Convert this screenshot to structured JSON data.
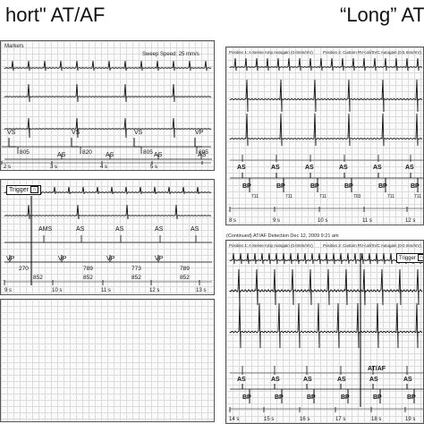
{
  "headers": {
    "left": "hort\" AT/AF",
    "right": "“Long” AT"
  },
  "left_top": {
    "title": "Markers",
    "sweep": "Sweep Speed: 25 mm/s",
    "markers_row1": [
      "AS",
      "AS",
      "AS",
      "AS"
    ],
    "markers_row2": [
      "VS",
      "VS",
      "VS",
      "VP"
    ],
    "intervals": [
      "805",
      "820",
      "805",
      "695"
    ],
    "times": [
      "2 s",
      "3 s",
      "4 s",
      "5 s"
    ]
  },
  "left_mid": {
    "trigger": "Trigger",
    "ams": [
      "AMS",
      "AS",
      "AS",
      "AS",
      "AS"
    ],
    "vp": [
      "VP",
      "VP",
      "VP",
      "VP"
    ],
    "intervals_top": [
      "270",
      "789",
      "773",
      "789"
    ],
    "intervals_bottom": [
      "852",
      "852",
      "852",
      "852"
    ],
    "times": [
      "9 s",
      "10 s",
      "11 s",
      "12 s",
      "13 s"
    ]
  },
  "right_top": {
    "header_1": "Position 1: A Sense Amp  Autogain (0.0mm/mV)",
    "header_2": "Position 2: Custom RV-coil/SVC  Autogain (0.5 mm/mV)",
    "markers": [
      "AS",
      "AS",
      "AS",
      "AS",
      "AS",
      "AS"
    ],
    "bp": [
      "BP",
      "BP",
      "BP",
      "BP",
      "BP",
      "BP"
    ],
    "intervals": [
      "711",
      "711",
      "711",
      "703",
      "711",
      "711"
    ],
    "times": [
      "8 s",
      "9 s",
      "10 s",
      "11 s",
      "12 s"
    ]
  },
  "right_bottom": {
    "caption": "(Continued) AT/AF Detection   Dec 12, 2009 9:21 am",
    "header_1": "Position 1: A Sense Amp  Autogain (0.0mm/mV)",
    "header_2": "Position 2: Custom RV-coil/SVC  Autogain (0.0 mm/mV)",
    "trigger": "Trigger",
    "ataf": "AT/AF",
    "markers": [
      "AS",
      "AS",
      "AS",
      "AS",
      "AS",
      "AS"
    ],
    "bp": [
      "BP",
      "BP",
      "BP",
      "BP",
      "BP",
      "BP"
    ],
    "times": [
      "14 s",
      "15 s",
      "16 s",
      "17 s",
      "18 s",
      "19 s"
    ]
  }
}
